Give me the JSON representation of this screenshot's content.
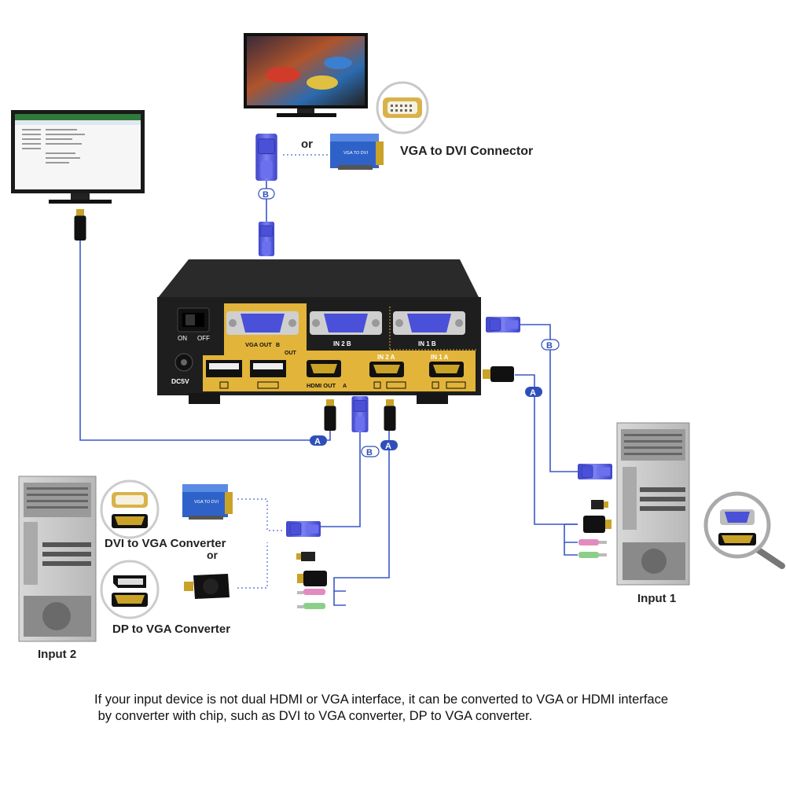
{
  "labels": {
    "or_top": "or",
    "vga_to_dvi": "VGA to DVI Connector",
    "dvi_to_vga": "DVI to VGA Converter",
    "or_bottom": "or",
    "dp_to_vga": "DP to VGA Converter",
    "input1": "Input 1",
    "input2": "Input 2",
    "badge_a": "A",
    "badge_b": "B",
    "adapter_text": "VGA TO DVI"
  },
  "switch": {
    "on": "ON",
    "off": "OFF",
    "dc": "DC5V",
    "vga_out": "VGA OUT",
    "vga_out_mark": "B",
    "out": "OUT",
    "hdmi_out": "HDMI OUT",
    "hdmi_out_mark": "A",
    "in2b": "IN 2 B",
    "in1b": "IN 1 B",
    "in2a": "IN 2 A",
    "in1a": "IN 1 A"
  },
  "note": {
    "line1": "If your input device is not dual HDMI or VGA interface, it can be converted to VGA or HDMI  interface",
    "line2": " by converter with chip, such as DVI to VGA converter, DP to VGA converter."
  },
  "colors": {
    "cable": "#3b57c8",
    "vga_blue": "#5a63e6",
    "switch_body": "#1e1e1e",
    "panel_gold": "#e2b43a",
    "badge": "#2f4fb8"
  }
}
